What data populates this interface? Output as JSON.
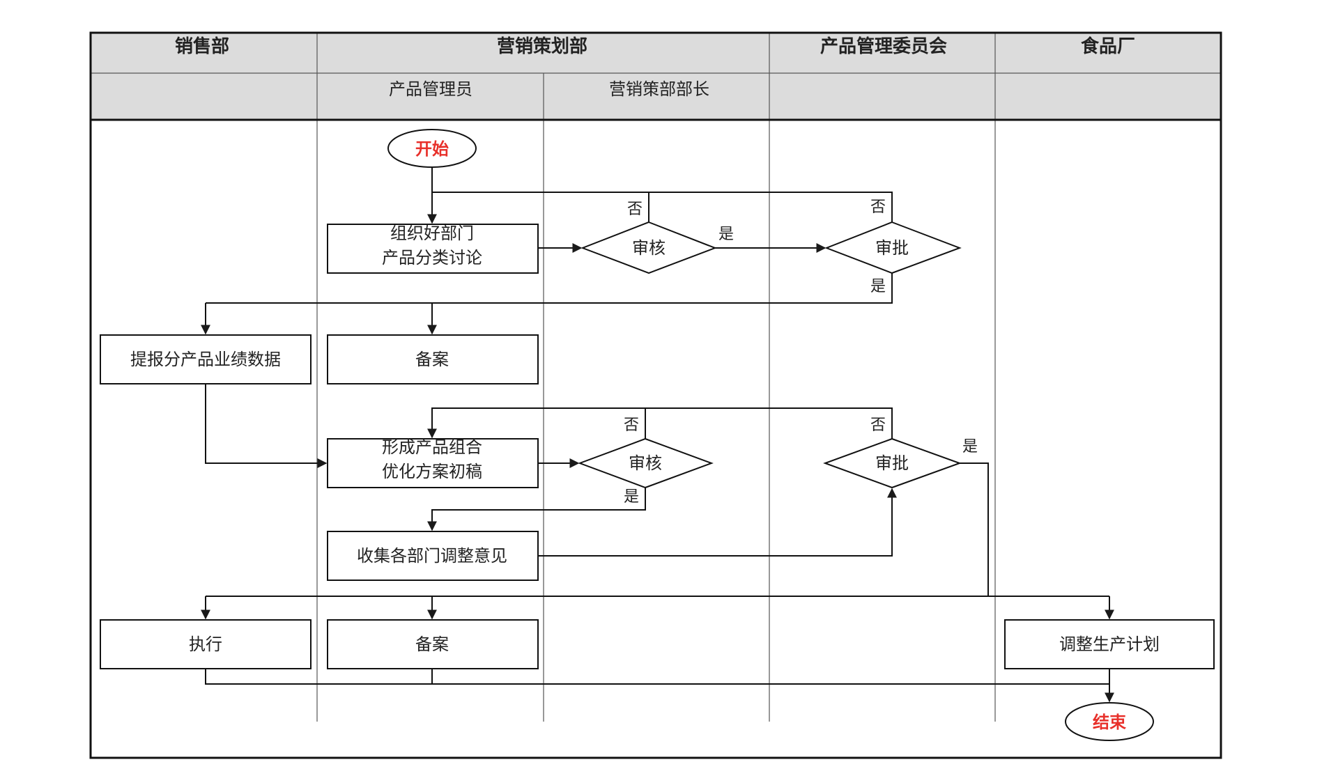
{
  "lanes": {
    "sales": "销售部",
    "marketing": "营销策划部",
    "committee": "产品管理委员会",
    "factory": "食品厂"
  },
  "sublanes": {
    "product_manager": "产品管理员",
    "marketing_head": "营销策部部长"
  },
  "nodes": {
    "start": "开始",
    "discuss_line1": "组织好部门",
    "discuss_line2": "产品分类讨论",
    "review1": "审核",
    "approve1": "审批",
    "report": "提报分产品业绩数据",
    "archive1": "备案",
    "draft_line1": "形成产品组合",
    "draft_line2": "优化方案初稿",
    "review2": "审核",
    "approve2": "审批",
    "collect": "收集各部门调整意见",
    "execute": "执行",
    "archive2": "备案",
    "adjust_plan": "调整生产计划",
    "end": "结束"
  },
  "edge_labels": {
    "review1_no": "否",
    "review1_yes": "是",
    "approve1_no": "否",
    "approve1_yes": "是",
    "review2_no": "否",
    "review2_yes": "是",
    "approve2_no": "否",
    "approve2_yes": "是"
  },
  "colors": {
    "header_fill": "#dcdcdc",
    "line": "#1a1a1a",
    "terminal_text": "#e8302a"
  }
}
